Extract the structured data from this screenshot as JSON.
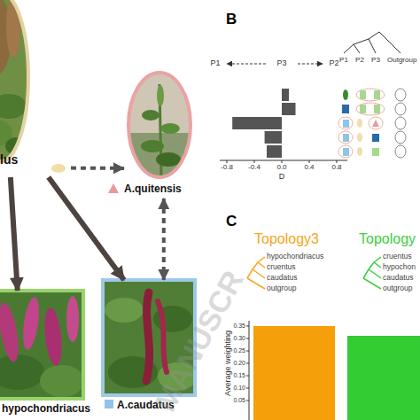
{
  "diagram": {
    "nodes": [
      {
        "text": [
          "lus"
        ]
      },
      {
        "text": [
          "A.quitensis"
        ]
      },
      {
        "text": [
          "hypochondriacus"
        ]
      },
      {
        "text": [
          "A.caudatus"
        ]
      }
    ],
    "edges": [
      {
        "from": 0,
        "to": 1,
        "arrow": "to"
      },
      {
        "from": 0,
        "to": 2,
        "arrow": "to"
      },
      {
        "from": 0,
        "to": 3,
        "arrow": "to"
      },
      {
        "from": 1,
        "to": 3,
        "arrow": "both"
      }
    ],
    "labels": [
      "B",
      "P1",
      "P3",
      "P2",
      "-0.8",
      "-0.4",
      "0.0",
      "0.4",
      "0.8",
      "D",
      "P1",
      "P2",
      "P3",
      "Outgroup",
      "C",
      "Topology3",
      "hypochondriacus",
      "cruentus",
      "caudatus",
      "outgroup",
      "Topology",
      "cruentus",
      "hypochon",
      "caudatus",
      "outgroup",
      "Average weighting",
      "0.35",
      "0.30",
      "0.25",
      "0.20",
      "0.15",
      "0.10",
      "0.05",
      "MANUSCR"
    ]
  }
}
